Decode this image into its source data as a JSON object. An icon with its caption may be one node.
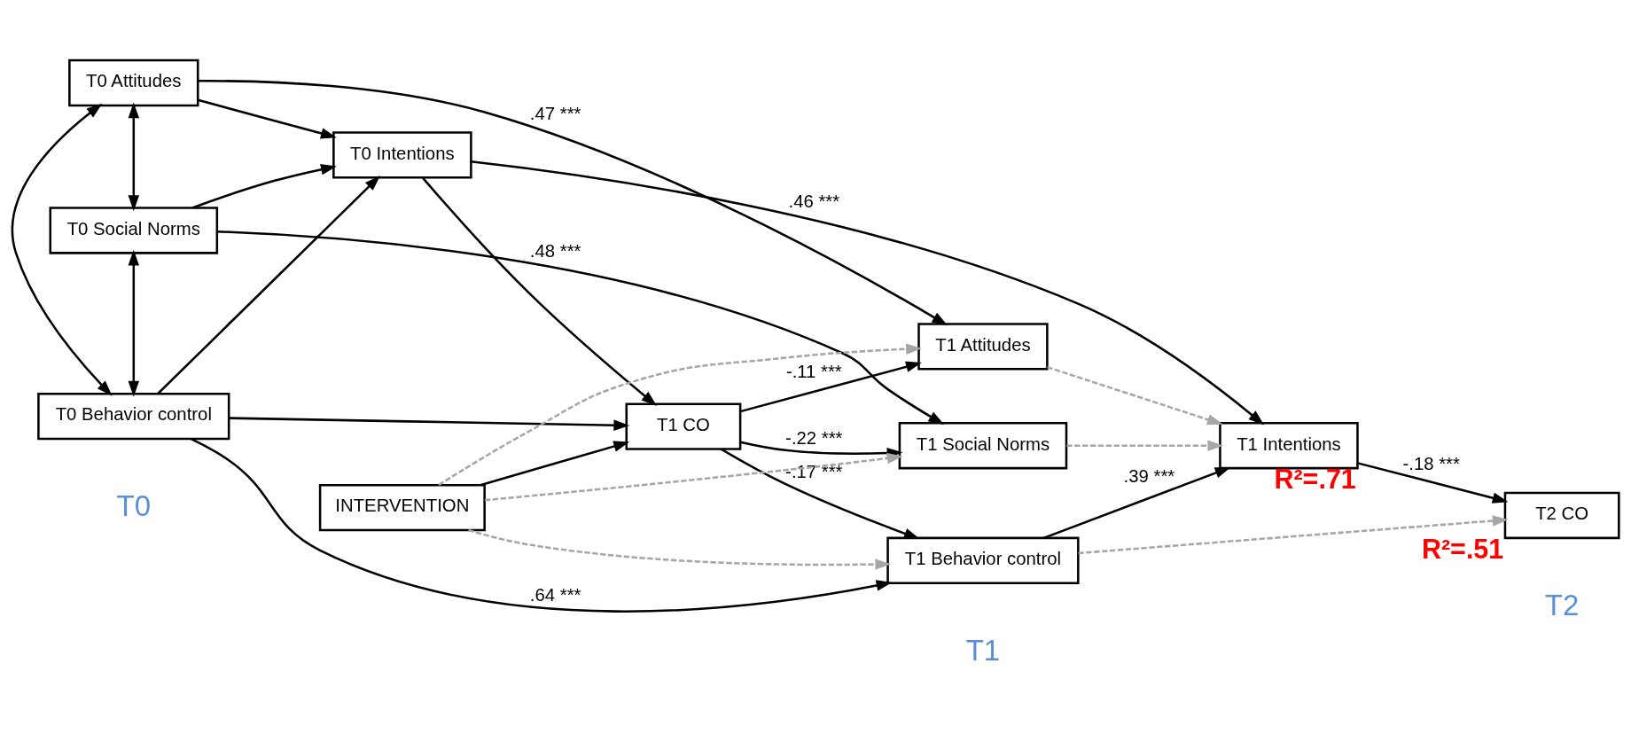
{
  "diagram": {
    "nodes": [
      {
        "text": [
          "T0 Attitudes"
        ]
      },
      {
        "text": [
          "T0 Social Norms"
        ]
      },
      {
        "text": [
          "T0 Behavior control"
        ]
      },
      {
        "text": [
          "T0 Intentions"
        ]
      },
      {
        "text": [
          "T1 CO"
        ]
      },
      {
        "text": [
          "INTERVENTION"
        ]
      },
      {
        "text": [
          "T1 Attitudes"
        ]
      },
      {
        "text": [
          "T1 Social Norms"
        ]
      },
      {
        "text": [
          "T1 Behavior control"
        ]
      },
      {
        "text": [
          "T1 Intentions"
        ],
        "beside": [
          "R²=.71"
        ]
      },
      {
        "text": [
          "T2 CO"
        ],
        "beside": [
          "R²=.51"
        ]
      }
    ],
    "edges": [
      {
        "from": 0,
        "to": 1,
        "arrow": "both"
      },
      {
        "from": 1,
        "to": 2,
        "arrow": "both"
      },
      {
        "from": 0,
        "to": 2,
        "arrow": "both"
      },
      {
        "from": 0,
        "to": 6,
        "arrow": "to",
        "label": ".47 ***"
      },
      {
        "from": 0,
        "to": 3,
        "arrow": "to"
      },
      {
        "from": 1,
        "to": 3,
        "arrow": "to"
      },
      {
        "from": 2,
        "to": 3,
        "arrow": "to"
      },
      {
        "from": 1,
        "to": 7,
        "arrow": "to",
        "label": ".48 ***"
      },
      {
        "from": 3,
        "to": 9,
        "arrow": "to",
        "label": ".46 ***"
      },
      {
        "from": 3,
        "to": 4,
        "arrow": "to"
      },
      {
        "from": 2,
        "to": 4,
        "arrow": "to"
      },
      {
        "from": 2,
        "to": 8,
        "arrow": "to",
        "label": ".64 ***"
      },
      {
        "from": 5,
        "to": 4,
        "arrow": "to"
      },
      {
        "from": 4,
        "to": 6,
        "arrow": "to",
        "label": "-.11 ***"
      },
      {
        "from": 4,
        "to": 7,
        "arrow": "to",
        "label": "-.22 ***"
      },
      {
        "from": 4,
        "to": 8,
        "arrow": "to",
        "label": "-.17 ***"
      },
      {
        "from": 5,
        "to": 6,
        "arrow": "to",
        "style": "dashed",
        "color": "#a6a6a6"
      },
      {
        "from": 5,
        "to": 7,
        "arrow": "to",
        "style": "dashed",
        "color": "#a6a6a6"
      },
      {
        "from": 5,
        "to": 8,
        "arrow": "to",
        "style": "dashed",
        "color": "#a6a6a6"
      },
      {
        "from": 6,
        "to": 9,
        "arrow": "to",
        "style": "dashed",
        "color": "#a6a6a6"
      },
      {
        "from": 7,
        "to": 9,
        "arrow": "to",
        "style": "dashed",
        "color": "#a6a6a6"
      },
      {
        "from": 8,
        "to": 9,
        "arrow": "to",
        "label": ".39 ***"
      },
      {
        "from": 8,
        "to": 10,
        "arrow": "to",
        "style": "dashed",
        "color": "#a6a6a6"
      },
      {
        "from": 9,
        "to": 10,
        "arrow": "to",
        "label": "-.18 ***"
      }
    ],
    "labels": [
      "T0",
      "T1",
      "T2"
    ]
  }
}
